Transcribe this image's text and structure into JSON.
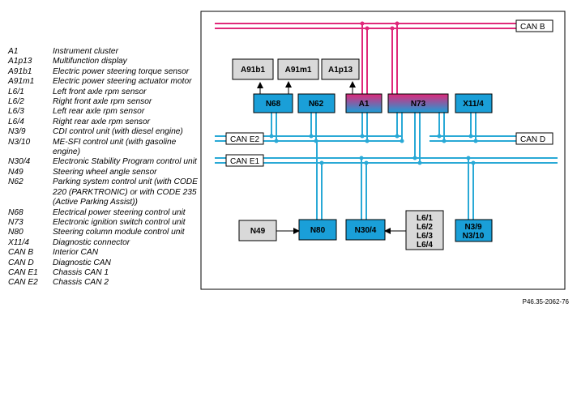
{
  "legend": [
    {
      "code": "A1",
      "desc": "Instrument cluster"
    },
    {
      "code": "A1p13",
      "desc": "Multifunction display"
    },
    {
      "code": "A91b1",
      "desc": "Electric power steering torque sensor"
    },
    {
      "code": "A91m1",
      "desc": "Electric power steering actuator motor"
    },
    {
      "code": "L6/1",
      "desc": "Left front axle rpm sensor"
    },
    {
      "code": "L6/2",
      "desc": "Right front axle rpm sensor"
    },
    {
      "code": "L6/3",
      "desc": "Left rear axle rpm sensor"
    },
    {
      "code": "L6/4",
      "desc": "Right rear axle rpm sensor"
    },
    {
      "code": "N3/9",
      "desc": "CDI control unit (with diesel engine)"
    },
    {
      "code": "N3/10",
      "desc": "ME-SFI control unit (with gasoline engine)"
    },
    {
      "code": "N30/4",
      "desc": "Electronic Stability Program control unit"
    },
    {
      "code": "N49",
      "desc": "Steering wheel angle sensor"
    },
    {
      "code": "N62",
      "desc": "Parking system control unit (with CODE 220 (PARKTRONIC) or with CODE 235 (Active Parking Assist))"
    },
    {
      "code": "N68",
      "desc": "Electrical power steering control unit"
    },
    {
      "code": "N73",
      "desc": "Electronic ignition switch control unit"
    },
    {
      "code": "N80",
      "desc": "Steering column module control unit"
    },
    {
      "code": "X11/4",
      "desc": "Diagnostic connector"
    },
    {
      "code": "CAN B",
      "desc": "Interior CAN"
    },
    {
      "code": "CAN D",
      "desc": "Diagnostic CAN"
    },
    {
      "code": "CAN E1",
      "desc": "Chassis CAN 1"
    },
    {
      "code": "CAN E2",
      "desc": "Chassis CAN 2"
    }
  ],
  "diagram": {
    "buses": {
      "can_b": "CAN B",
      "can_d": "CAN D",
      "can_e1": "CAN E1",
      "can_e2": "CAN E2"
    },
    "units": {
      "a91b1": "A91b1",
      "a91m1": "A91m1",
      "a1p13": "A1p13",
      "n68": "N68",
      "n62": "N62",
      "a1": "A1",
      "n73": "N73",
      "x11_4": "X11/4",
      "n49": "N49",
      "n80": "N80",
      "n30_4": "N30/4",
      "l6": [
        "L6/1",
        "L6/2",
        "L6/3",
        "L6/4"
      ],
      "n3": [
        "N3/9",
        "N3/10"
      ]
    },
    "ref": "P46.35-2062-76",
    "colors": {
      "can_b": "#e0287a",
      "chassis_can": "#29a9d6",
      "control_unit": "#1a9fd8",
      "peripheral": "#d9d9d9",
      "frame": "#000000"
    }
  }
}
